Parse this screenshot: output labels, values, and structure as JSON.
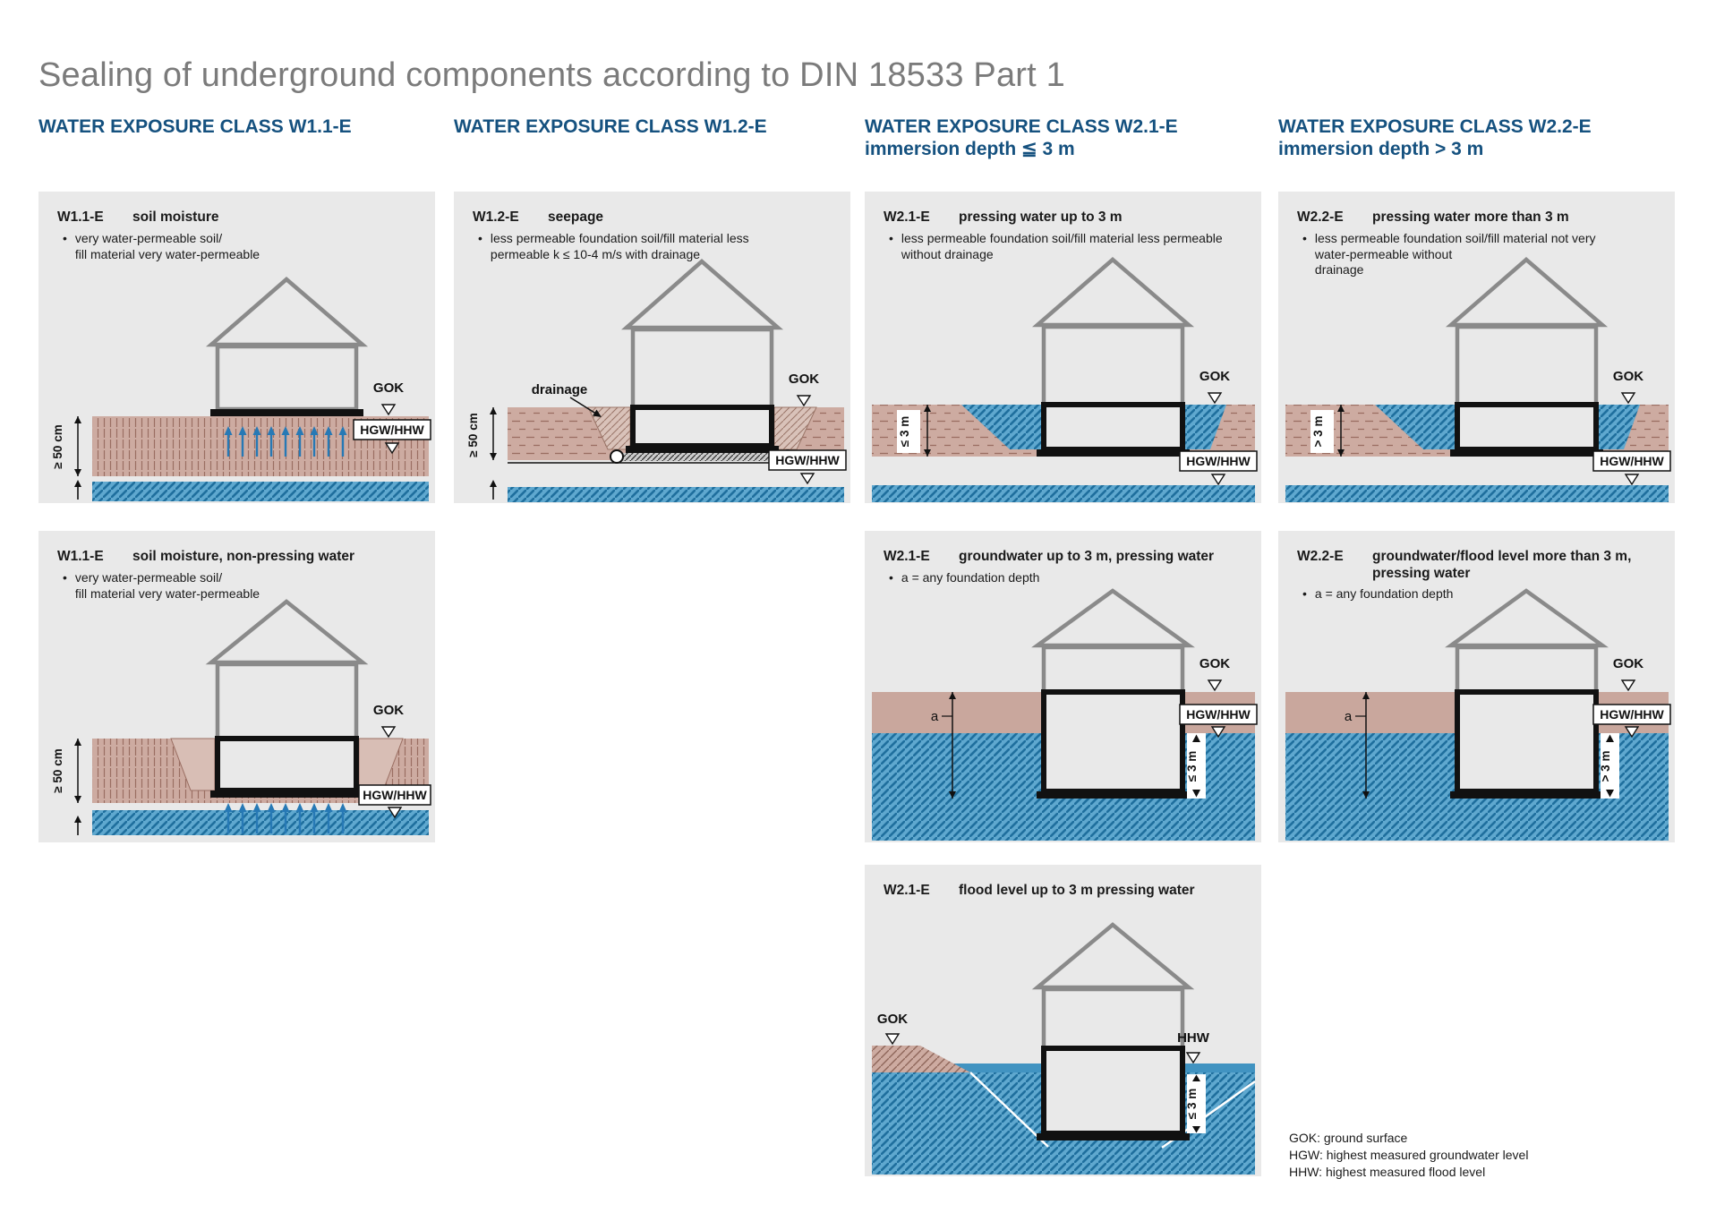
{
  "page": {
    "title": "Sealing of underground components according to DIN 18533 Part 1",
    "legend": [
      "GOK: ground surface",
      "HGW: highest measured groundwater level",
      "HHW: highest measured flood level"
    ]
  },
  "ui": {
    "bullet": "•"
  },
  "columns": [
    {
      "title": "WATER EXPOSURE CLASS W1.1-E",
      "subtitle": ""
    },
    {
      "title": "WATER EXPOSURE CLASS W1.2-E",
      "subtitle": ""
    },
    {
      "title": "WATER EXPOSURE CLASS W2.1-E",
      "subtitle": "immersion depth ≦ 3 m"
    },
    {
      "title": "WATER EXPOSURE CLASS W2.2-E",
      "subtitle": "immersion depth > 3 m"
    }
  ],
  "panels": {
    "p1": {
      "code": "W1.1-E",
      "title": "soil moisture",
      "bullet_lines": [
        "very water-permeable soil/",
        "fill material very water-permeable"
      ],
      "labels": {
        "gok": "GOK",
        "hgw": "HGW/HHW",
        "dim": "≥ 50 cm"
      }
    },
    "p2": {
      "code": "W1.2-E",
      "title": "seepage",
      "bullet_lines": [
        "less permeable foundation soil/fill material less",
        "permeable k ≤ 10-4 m/s with drainage"
      ],
      "labels": {
        "gok": "GOK",
        "hgw": "HGW/HHW",
        "dim": "≥ 50 cm",
        "drainage": "drainage"
      }
    },
    "p3": {
      "code": "W2.1-E",
      "title": "pressing water up to 3 m",
      "bullet_lines": [
        "less permeable foundation soil/fill material less permeable",
        "without drainage"
      ],
      "labels": {
        "gok": "GOK",
        "hgw": "HGW/HHW",
        "dim": "≤ 3 m"
      }
    },
    "p4": {
      "code": "W2.2-E",
      "title": "pressing water more than 3 m",
      "bullet_lines": [
        "less permeable foundation soil/fill material not very",
        "water-permeable without",
        "drainage"
      ],
      "labels": {
        "gok": "GOK",
        "hgw": "HGW/HHW",
        "dim": "> 3 m"
      }
    },
    "p5": {
      "code": "W1.1-E",
      "title": "soil moisture, non-pressing water",
      "bullet_lines": [
        "very water-permeable soil/",
        "fill material very water-permeable"
      ],
      "labels": {
        "gok": "GOK",
        "hgw": "HGW/HHW",
        "dim": "≥ 50 cm"
      }
    },
    "p6": {
      "code": "W2.1-E",
      "title": "groundwater up to 3 m, pressing water",
      "bullet_lines": [
        "a = any foundation depth"
      ],
      "labels": {
        "gok": "GOK",
        "hgw": "HGW/HHW",
        "dim": "≤ 3 m",
        "a": "a"
      }
    },
    "p7": {
      "code": "W2.2-E",
      "title": "groundwater/flood level more than 3 m, pressing water",
      "bullet_lines": [
        "a = any foundation depth"
      ],
      "labels": {
        "gok": "GOK",
        "hgw": "HGW/HHW",
        "dim": "> 3 m",
        "a": "a"
      }
    },
    "p8": {
      "code": "W2.1-E",
      "title": "flood level up to 3 m pressing water",
      "bullet_lines": [],
      "labels": {
        "gok": "GOK",
        "hhw": "HHW",
        "dim": "≤ 3 m"
      }
    }
  }
}
